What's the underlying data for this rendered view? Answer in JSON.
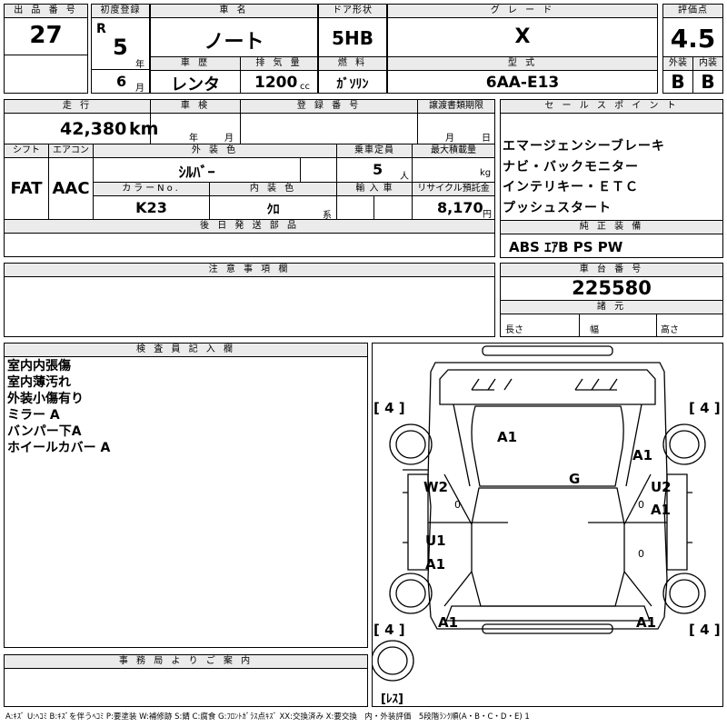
{
  "header": {
    "lot_no_label": "出 品 番 号",
    "lot_no": "27",
    "first_reg_label": "初度登録",
    "era": "R",
    "year": "5",
    "year_unit": "年",
    "month": "6",
    "month_unit": "月",
    "car_name_label": "車 名",
    "car_name": "ノート",
    "door_label": "ドア形状",
    "door": "5HB",
    "grade_label": "グ レ ー ド",
    "grade": "X",
    "score_label": "評価点",
    "score": "4.5",
    "history_label": "車 歴",
    "history": "レンタ",
    "displacement_label": "排 気 量",
    "displacement": "1200",
    "displacement_unit": "cc",
    "fuel_label": "燃 料",
    "fuel": "ｶﾞｿﾘﾝ",
    "model_code_label": "型 式",
    "model_code": "6AA-E13",
    "exterior_label": "外装",
    "exterior": "B",
    "interior_label": "内装",
    "interior": "B"
  },
  "details": {
    "mileage_label": "走 行",
    "mileage": "42,380",
    "mileage_unit": "km",
    "inspection_label": "車 検",
    "inspection_year_unit": "年",
    "inspection_month_unit": "月",
    "reg_no_label": "登 録 番 号",
    "transfer_label": "譲渡書類期限",
    "transfer_month_unit": "月",
    "transfer_day_unit": "日",
    "shift_label": "シフト",
    "shift": "FAT",
    "ac_label": "エアコン",
    "ac": "AAC",
    "ext_color_label": "外 装 色",
    "ext_color": "ｼﾙﾊﾞｰ",
    "capacity_label": "乗車定員",
    "capacity": "5",
    "capacity_unit": "人",
    "max_load_label": "最大積載量",
    "max_load_unit": "kg",
    "color_no_label": "カラーNo.",
    "color_no": "K23",
    "int_color_label": "内 装 色",
    "int_color": "ｸﾛ",
    "int_color_unit": "系",
    "import_label": "輸 入 車",
    "recycle_label": "リサイクル預託金",
    "recycle": "8,170",
    "recycle_unit": "円",
    "later_parts_label": "後 日 発 送 部 品",
    "notes_label": "注 意 事 項 欄",
    "office_label": "事 務 局 よ り ご 案 内"
  },
  "sales": {
    "label": "セ ー ル ス ポ イ ン ト",
    "points": [
      "エマージェンシーブレーキ",
      "ナビ・バックモニター",
      "インテリキー・ＥＴＣ",
      "プッシュスタート"
    ],
    "equipment_label": "純 正 装 備",
    "equipment": "ABS ｴｱB PS PW",
    "chassis_label": "車 台 番 号",
    "chassis": "225580",
    "spec_label": "諸 元",
    "length_label": "長さ",
    "width_label": "幅",
    "height_label": "高さ"
  },
  "inspector": {
    "label": "検 査 員 記 入 欄",
    "notes": [
      "室内内張傷",
      "室内薄汚れ",
      "外装小傷有り",
      "ミラー A",
      "バンパー下A",
      "ホイールカバー A"
    ]
  },
  "diagram": {
    "tire_fl": "[ 4 ]",
    "tire_fr": "[ 4 ]",
    "tire_rl": "[ 4 ]",
    "tire_rr": "[ 4 ]",
    "spare": "[ﾚｽ]",
    "marks": {
      "roof": "A1",
      "front_right": "A1",
      "glass": "G",
      "left_front_door": "W2",
      "left_front_door_sub": "0",
      "left_rear_door": "U1",
      "left_rear_door_2": "A1",
      "right_front_door": "U2",
      "right_front_door_2": "A1",
      "right_front_door_sub": "0",
      "right_rear_door_sub": "0",
      "rear_left": "A1",
      "rear_right": "A1"
    }
  },
  "legend": "A:ｷｽﾞ U:ﾍｺﾐ B:ｷｽﾞを伴うﾍｺﾐ P:要塗装 W:補修跡 S:錆 C:腐食 G:ﾌﾛﾝﾄｶﾞﾗｽ点ｷｽﾞ XX:交換済み X:要交換　内・外装評価　5段階ﾗﾝｸ順(A・B・C・D・E) 1"
}
